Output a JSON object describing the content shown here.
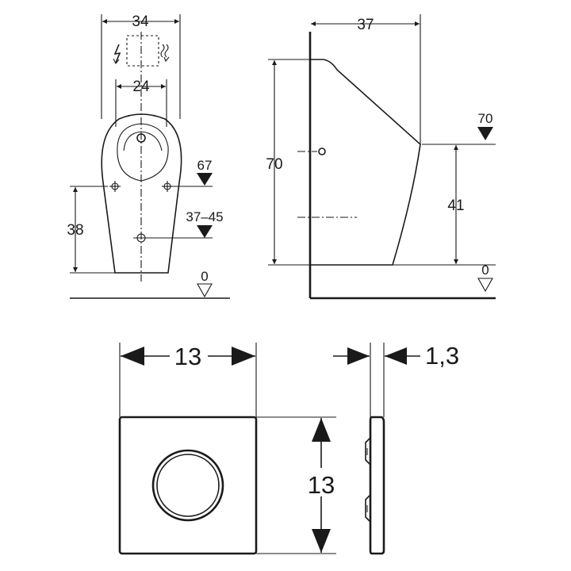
{
  "top_front": {
    "width": "34",
    "inner_width": "24",
    "level_upper": "67",
    "level_lower": "37–45",
    "height": "38",
    "level_floor": "0"
  },
  "top_side": {
    "depth": "37",
    "height": "70",
    "level_top": "70",
    "height_inlet": "41",
    "level_floor": "0"
  },
  "plate_front": {
    "width": "13",
    "height": "13"
  },
  "plate_side": {
    "thickness": "1,3"
  },
  "icons": {
    "power": "lightning-bolt-icon",
    "water": "water-flow-icon"
  }
}
